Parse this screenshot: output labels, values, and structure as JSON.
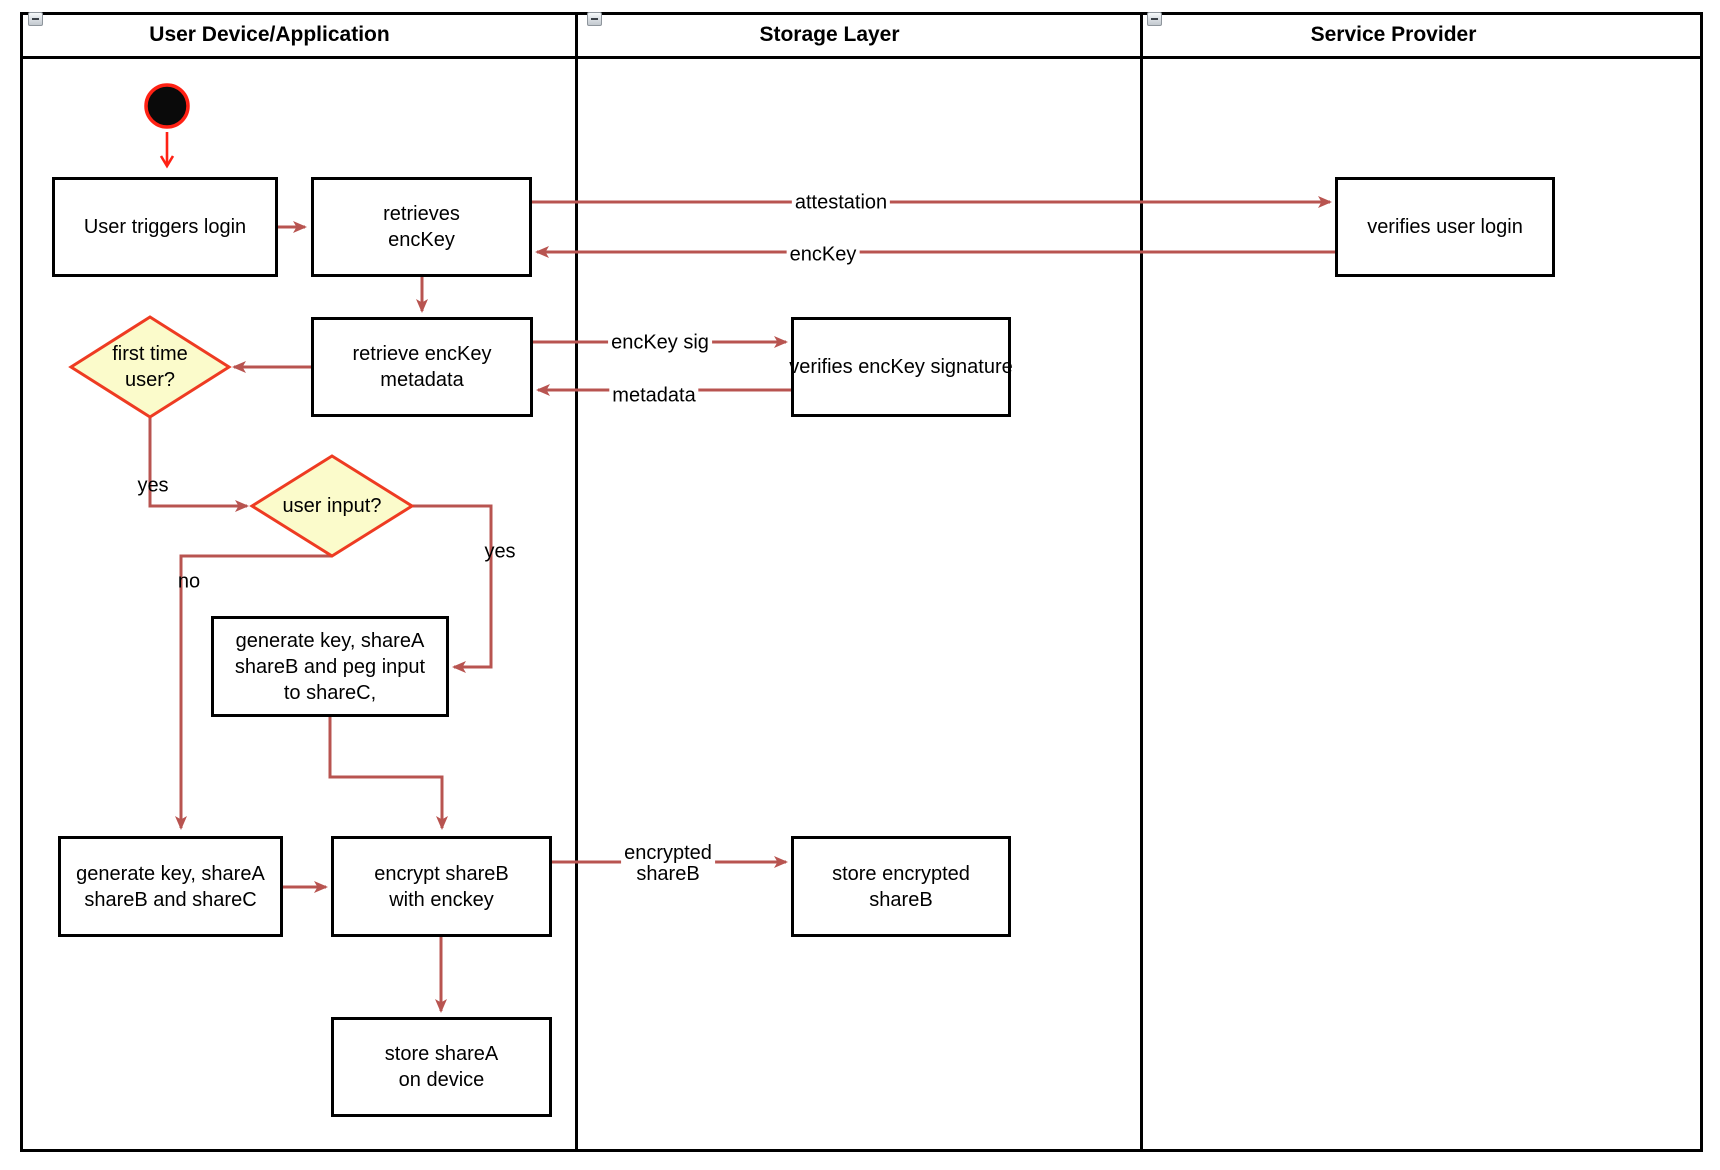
{
  "lanes": [
    {
      "title": "User Device/Application"
    },
    {
      "title": "Storage Layer"
    },
    {
      "title": "Service Provider"
    }
  ],
  "icons": {
    "lane_collapse": "minus-icon"
  },
  "nodes": {
    "user_triggers_login": {
      "label": "User triggers login"
    },
    "retrieves_enckey": {
      "label": "retrieves\nencKey"
    },
    "retrieve_enckey_metadata": {
      "label": "retrieve encKey\nmetadata"
    },
    "first_time_user": {
      "label": "first time\nuser?"
    },
    "user_input": {
      "label": "user input?"
    },
    "generate_key_peg_input": {
      "label": "generate key, shareA\nshareB and peg input\nto shareC,"
    },
    "generate_key_sharec": {
      "label": "generate key, shareA\nshareB and shareC"
    },
    "encrypt_shareb": {
      "label": "encrypt shareB\nwith enckey"
    },
    "store_sharea": {
      "label": "store shareA\non device"
    },
    "verifies_enckey_signature": {
      "label": "verifies encKey signature"
    },
    "store_encrypted_shareb": {
      "label": "store encrypted\nshareB"
    },
    "verifies_user_login": {
      "label": "verifies user login"
    }
  },
  "edges": {
    "attestation": {
      "label": "attestation"
    },
    "enckey_return": {
      "label": "encKey"
    },
    "enckey_sig": {
      "label": "encKey sig"
    },
    "metadata_return": {
      "label": "metadata"
    },
    "encrypted_shareb": {
      "label": "encrypted\nshareB"
    },
    "first_time_yes": {
      "label": "yes"
    },
    "user_input_yes": {
      "label": "yes"
    },
    "user_input_no": {
      "label": "no"
    }
  },
  "colors": {
    "arrow": "#B85450",
    "start_arrow": "#FF2114",
    "diamond_fill": "#FBFBCB",
    "diamond_border": "#EE3B22",
    "node_border": "#000000",
    "node_fill": "#FFFFFF",
    "lane_border": "#000000",
    "start_node_fill": "#0A0A0A"
  }
}
